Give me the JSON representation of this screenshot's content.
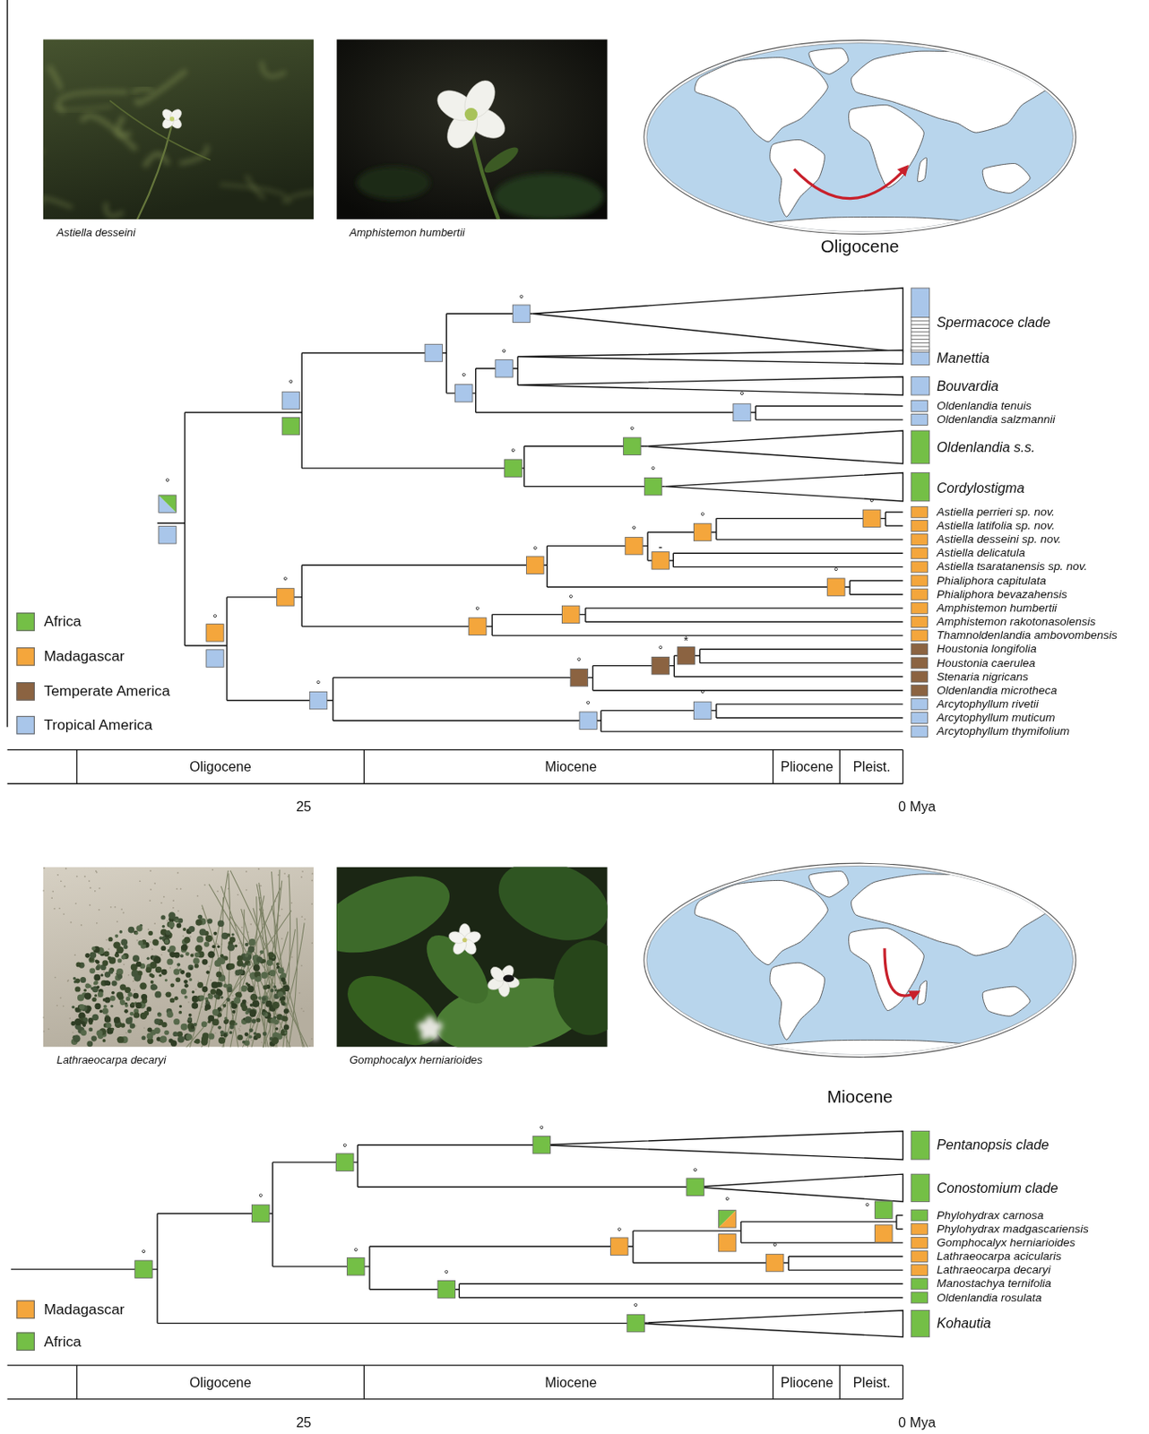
{
  "diagram": {
    "labels": [
      "Astiella desseini",
      "Amphistemon humbertii",
      "Oligocene",
      "Spermacoce clade",
      "Manettia",
      "Bouvardia",
      "Oldenlandia tenuis",
      "Oldenlandia salzmannii",
      "Oldenlandia s.s.",
      "Cordylostigma",
      "Astiella perrieri sp. nov.",
      "Astiella latifolia sp. nov.",
      "Astiella desseini sp. nov.",
      "Astiella delicatula",
      "Astiella tsaratanensis sp. nov.",
      "Phialiphora capitulata",
      "Phialiphora bevazahensis",
      "Amphistemon humbertii",
      "Amphistemon rakotonasolensis",
      "Thamnoldenlandia ambovombensis",
      "Houstonia longifolia",
      "Houstonia caerulea",
      "Stenaria nigricans",
      "Oldenlandia microtheca",
      "Arcytophyllum rivetii",
      "Arcytophyllum muticum",
      "Arcytophyllum thymifolium",
      "°",
      "°",
      "°",
      "°",
      "°",
      "°",
      "°",
      "°",
      "°",
      "°",
      "°",
      "°",
      "°",
      "°",
      "°",
      "°",
      "°",
      "°",
      "°",
      "°",
      "°",
      "°",
      "°",
      "-",
      "*",
      "Oligocene",
      "Miocene",
      "Pliocene",
      "Pleist.",
      "25",
      "0 Mya",
      "Lathraeocarpa decaryi",
      "Gomphocalyx herniarioides",
      "Miocene",
      "Pentanopsis clade",
      "Conostomium clade",
      "Phylohydrax carnosa",
      "Phylohydrax madgascariensis",
      "Gomphocalyx herniarioides",
      "Lathraeocarpa acicularis",
      "Lathraeocarpa decaryi",
      "Manostachya ternifolia",
      "Oldenlandia rosulata",
      "Kohautia",
      "°",
      "°",
      "°",
      "°",
      "°",
      "°",
      "°",
      "°",
      "°",
      "°",
      "°",
      "°",
      "Oligocene",
      "Miocene",
      "Pliocene",
      "Pleist.",
      "25",
      "0 Mya"
    ],
    "legend": [
      {
        "text": "Africa",
        "color": "#74bf46"
      },
      {
        "text": "Madagascar",
        "color": "#f4a63c"
      },
      {
        "text": "Temperate America",
        "color": "#8b6341"
      },
      {
        "text": "Tropical America",
        "color": "#a9c6ea"
      },
      {
        "text": "Madagascar",
        "color": "#f4a63c"
      },
      {
        "text": "Africa",
        "color": "#74bf46"
      }
    ]
  }
}
